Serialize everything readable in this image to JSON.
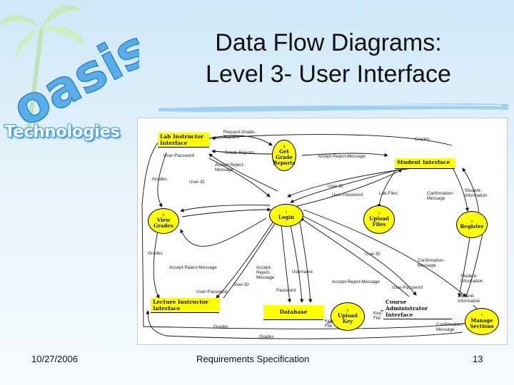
{
  "logo": {
    "word1": "oasis",
    "word2": "Technologies"
  },
  "title": {
    "line1": "Data Flow Diagrams:",
    "line2": "Level 3- User Interface"
  },
  "entities": {
    "lab_instructor": [
      "Lab Instructor",
      "Interface"
    ],
    "student": "Student Interface",
    "lecture_instructor": [
      "Lecture Instructor",
      "Interface"
    ],
    "course_admin": [
      "Course",
      "Administrator Interface"
    ]
  },
  "datastore": {
    "database": "Database"
  },
  "processes": {
    "get_grade_reports": {
      "num": "4",
      "label": [
        "Get",
        "Grade",
        "Reports"
      ]
    },
    "login": {
      "num": "1",
      "label": [
        "Login"
      ]
    },
    "upload_files": {
      "num": "3",
      "label": [
        "Upload",
        "Files"
      ]
    },
    "register": {
      "num": "2",
      "label": [
        "Register"
      ]
    },
    "view_grades": {
      "num": "6",
      "label": [
        "View",
        "Grades"
      ]
    },
    "upload_key": {
      "num": "5",
      "label": [
        "Upload",
        "Key"
      ]
    },
    "manage_sections": {
      "num": "7",
      "label": [
        "Manage",
        "Sections"
      ]
    }
  },
  "flow_labels": {
    "request_grade_reports": [
      "Request-Grade-",
      "Reports"
    ],
    "grades_top": "Grades",
    "grade_reports": "Grade-Reports",
    "user_password_lab": "User-Password",
    "accept_reject_lab": [
      "Accept-Reject-",
      "Message"
    ],
    "accept_reject_student": "Accept-Reject-Message",
    "grades_left": "Grades",
    "userid_left": "User-ID",
    "userid_student": "User-ID",
    "user_password_student": "User-Password",
    "lab_files": "Lab-Files",
    "confirmation_reg": [
      "Confirmation-",
      "Message"
    ],
    "student_info_reg": [
      "Student-",
      "Information"
    ],
    "grades_view": "Grades",
    "accept_reject_view": "Accept-Reject-Message",
    "accept_reject_mid": [
      "Accept-",
      "Reject-",
      "Message"
    ],
    "username": "Username",
    "password": "Password",
    "userid_lecture": "User-ID",
    "user_password_lecture": "User-Password",
    "userid_course": "User-ID",
    "confirmation_course": [
      "Confirmation-",
      "Message"
    ],
    "student_info_course": [
      "Student-",
      "Information"
    ],
    "accept_reject_course": "Accept-Reject-Message",
    "user_password_course": "User-Password",
    "student_info_manage": [
      "Student-",
      "Information"
    ],
    "key_file_a": [
      "Key-",
      "File"
    ],
    "key_file_b": [
      "Key-",
      "File"
    ],
    "confirmation_manage": [
      "Confirmation-",
      "Message"
    ],
    "grades_bottom1": "Grades",
    "grades_bottom2": "Grades"
  },
  "footer": {
    "date": "10/27/2006",
    "center": "Requirements Specification",
    "page": "13"
  }
}
